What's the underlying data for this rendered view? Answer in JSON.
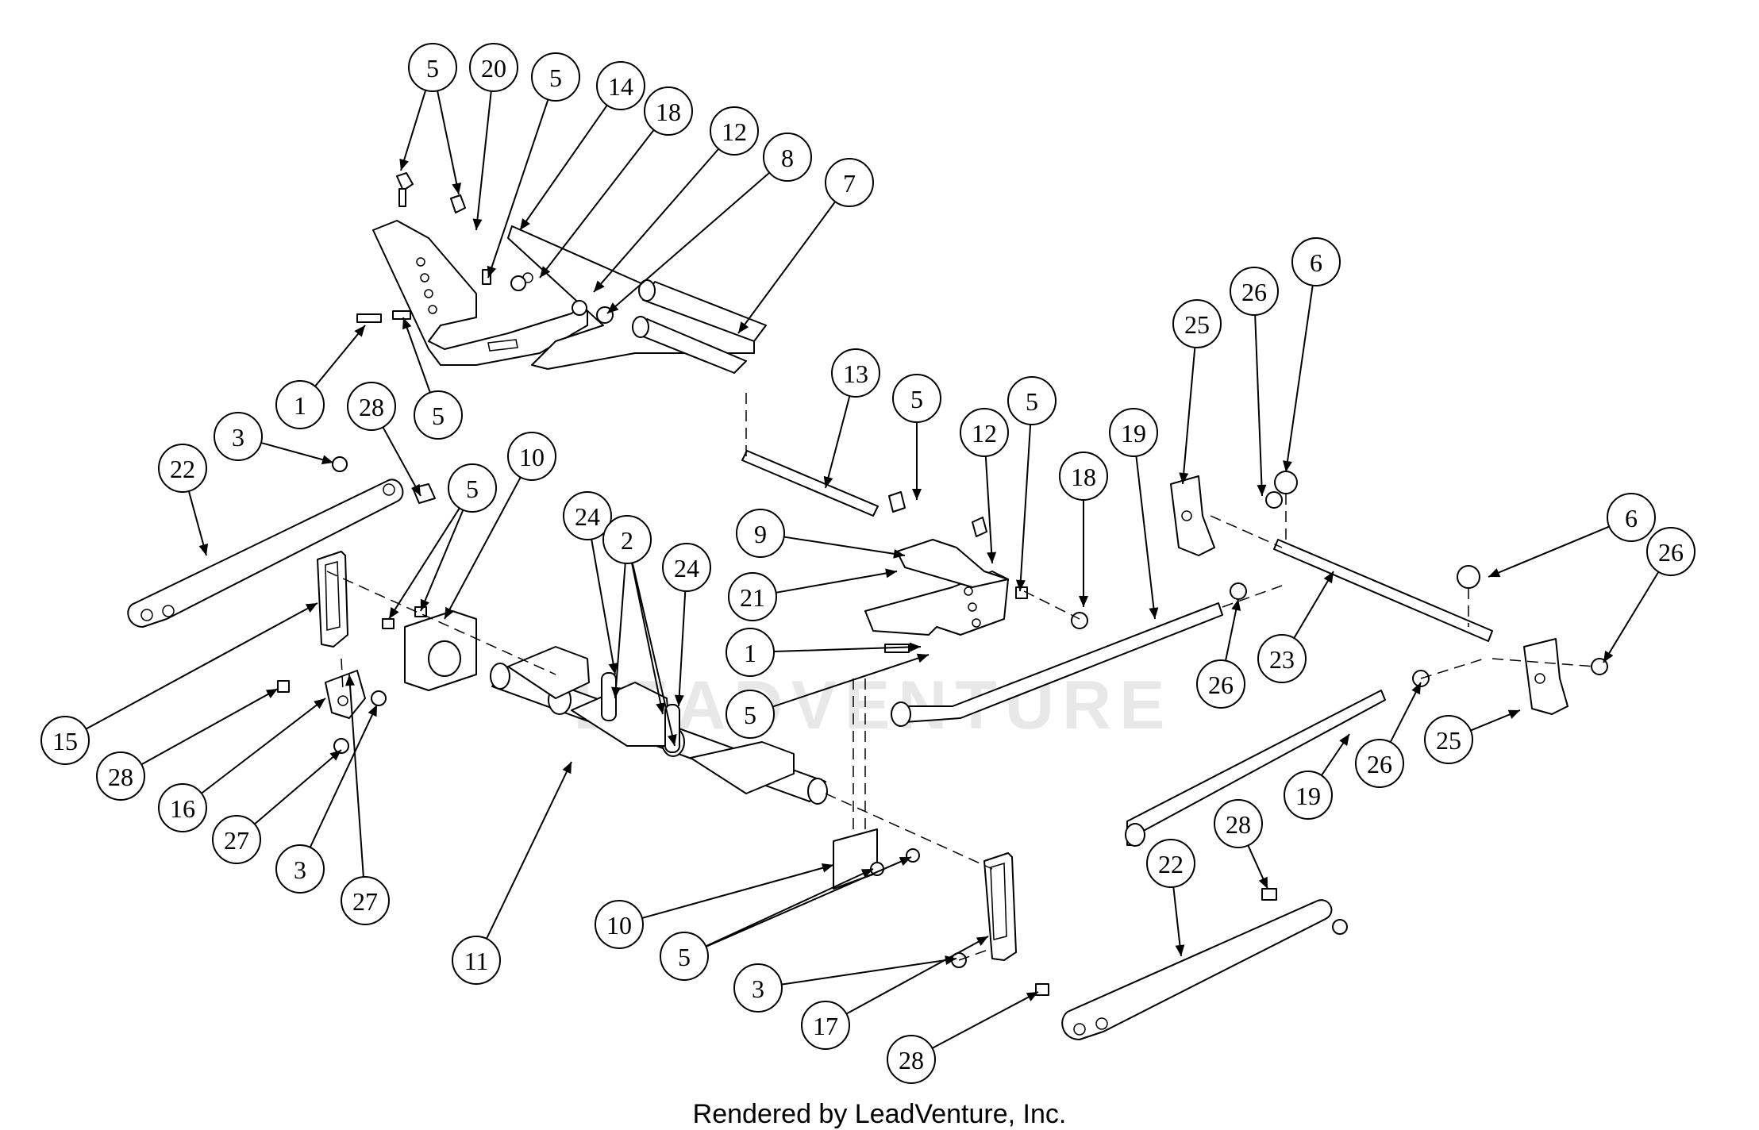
{
  "watermark_text": "LEADVENTURE",
  "footer_text": "Rendered by LeadVenture, Inc.",
  "callouts": [
    {
      "label": "5"
    },
    {
      "label": "20"
    },
    {
      "label": "5"
    },
    {
      "label": "14"
    },
    {
      "label": "18"
    },
    {
      "label": "12"
    },
    {
      "label": "8"
    },
    {
      "label": "7"
    },
    {
      "label": "1"
    },
    {
      "label": "5"
    },
    {
      "label": "28"
    },
    {
      "label": "3"
    },
    {
      "label": "22"
    },
    {
      "label": "10"
    },
    {
      "label": "5"
    },
    {
      "label": "24"
    },
    {
      "label": "2"
    },
    {
      "label": "24"
    },
    {
      "label": "13"
    },
    {
      "label": "5"
    },
    {
      "label": "12"
    },
    {
      "label": "5"
    },
    {
      "label": "19"
    },
    {
      "label": "18"
    },
    {
      "label": "9"
    },
    {
      "label": "21"
    },
    {
      "label": "1"
    },
    {
      "label": "5"
    },
    {
      "label": "26"
    },
    {
      "label": "25"
    },
    {
      "label": "26"
    },
    {
      "label": "6"
    },
    {
      "label": "6"
    },
    {
      "label": "26"
    },
    {
      "label": "23"
    },
    {
      "label": "25"
    },
    {
      "label": "26"
    },
    {
      "label": "15"
    },
    {
      "label": "28"
    },
    {
      "label": "16"
    },
    {
      "label": "27"
    },
    {
      "label": "3"
    },
    {
      "label": "27"
    },
    {
      "label": "11"
    },
    {
      "label": "10"
    },
    {
      "label": "5"
    },
    {
      "label": "3"
    },
    {
      "label": "17"
    },
    {
      "label": "28"
    },
    {
      "label": "19"
    },
    {
      "label": "22"
    },
    {
      "label": "28"
    }
  ]
}
